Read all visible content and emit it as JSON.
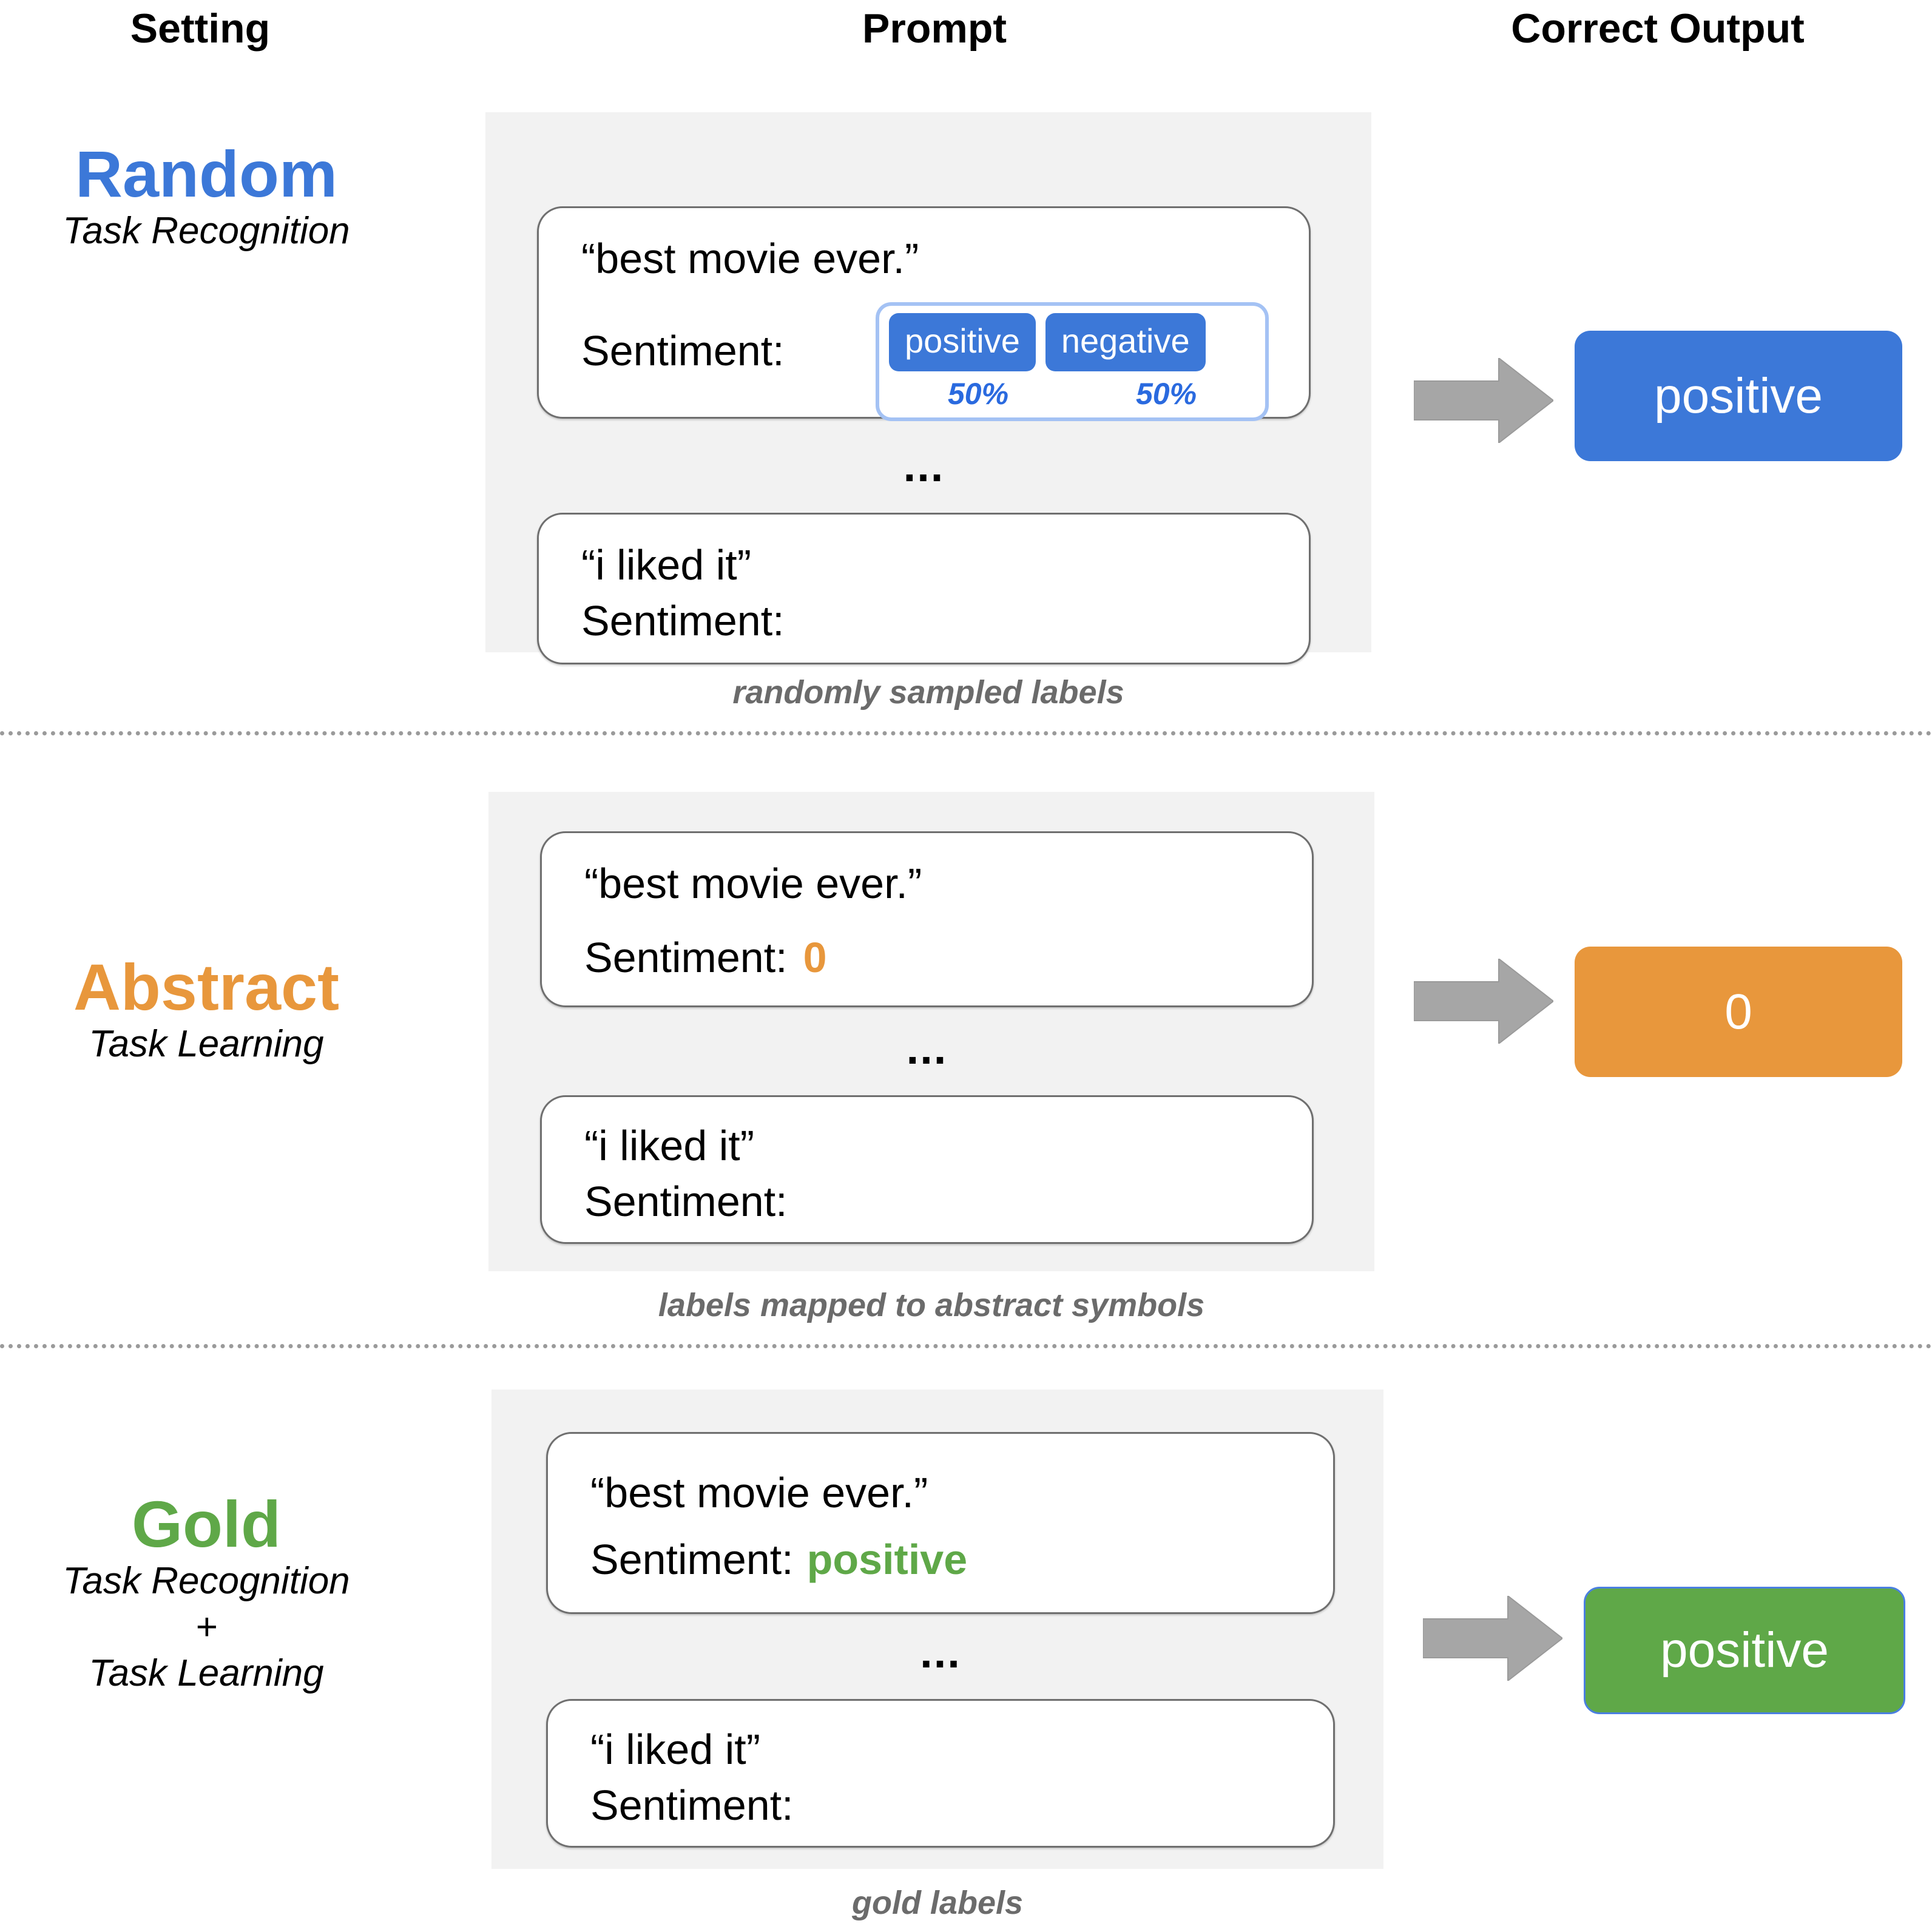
{
  "headers": {
    "setting": "Setting",
    "prompt": "Prompt",
    "output": "Correct Output"
  },
  "rows": [
    {
      "id": "random",
      "setting": {
        "title": "Random",
        "color": "#3C78D8",
        "subtitle_lines": [
          "Task Recognition"
        ]
      },
      "prompt": {
        "demo_card": {
          "quote": "“best movie ever.”",
          "label_prefix": "Sentiment:",
          "picker": {
            "options": [
              "positive",
              "negative"
            ],
            "percentages": [
              "50%",
              "50%"
            ],
            "chip_color": "#3C78D8",
            "border_color": "#A4C2F4",
            "pct_color": "#2A6ADF"
          }
        },
        "ellipsis": "...",
        "query_card": {
          "quote": "“i liked it”",
          "label_prefix": "Sentiment:"
        },
        "caption": "randomly sampled labels"
      },
      "output": {
        "text": "positive",
        "color": "#3C78D8"
      }
    },
    {
      "id": "abstract",
      "setting": {
        "title": "Abstract",
        "color": "#E8973C",
        "subtitle_lines": [
          "Task Learning"
        ]
      },
      "prompt": {
        "demo_card": {
          "quote": "“best movie ever.”",
          "label_prefix": "Sentiment:",
          "label_value": "0",
          "label_color": "#E8973C"
        },
        "ellipsis": "...",
        "query_card": {
          "quote": "“i liked it”",
          "label_prefix": "Sentiment:"
        },
        "caption": "labels mapped to abstract symbols"
      },
      "output": {
        "text": "0",
        "color": "#E8973C"
      }
    },
    {
      "id": "gold",
      "setting": {
        "title": "Gold",
        "color": "#5FA848",
        "subtitle_lines": [
          "Task Recognition",
          "+",
          "Task Learning"
        ]
      },
      "prompt": {
        "demo_card": {
          "quote": "“best movie ever.”",
          "label_prefix": "Sentiment:",
          "label_value": "positive",
          "label_color": "#5FA848"
        },
        "ellipsis": "...",
        "query_card": {
          "quote": "“i liked it”",
          "label_prefix": "Sentiment:"
        },
        "caption": "gold labels"
      },
      "output": {
        "text": "positive",
        "color": "#5FA848"
      }
    }
  ],
  "icons": {
    "arrow": "right-arrow-icon"
  }
}
